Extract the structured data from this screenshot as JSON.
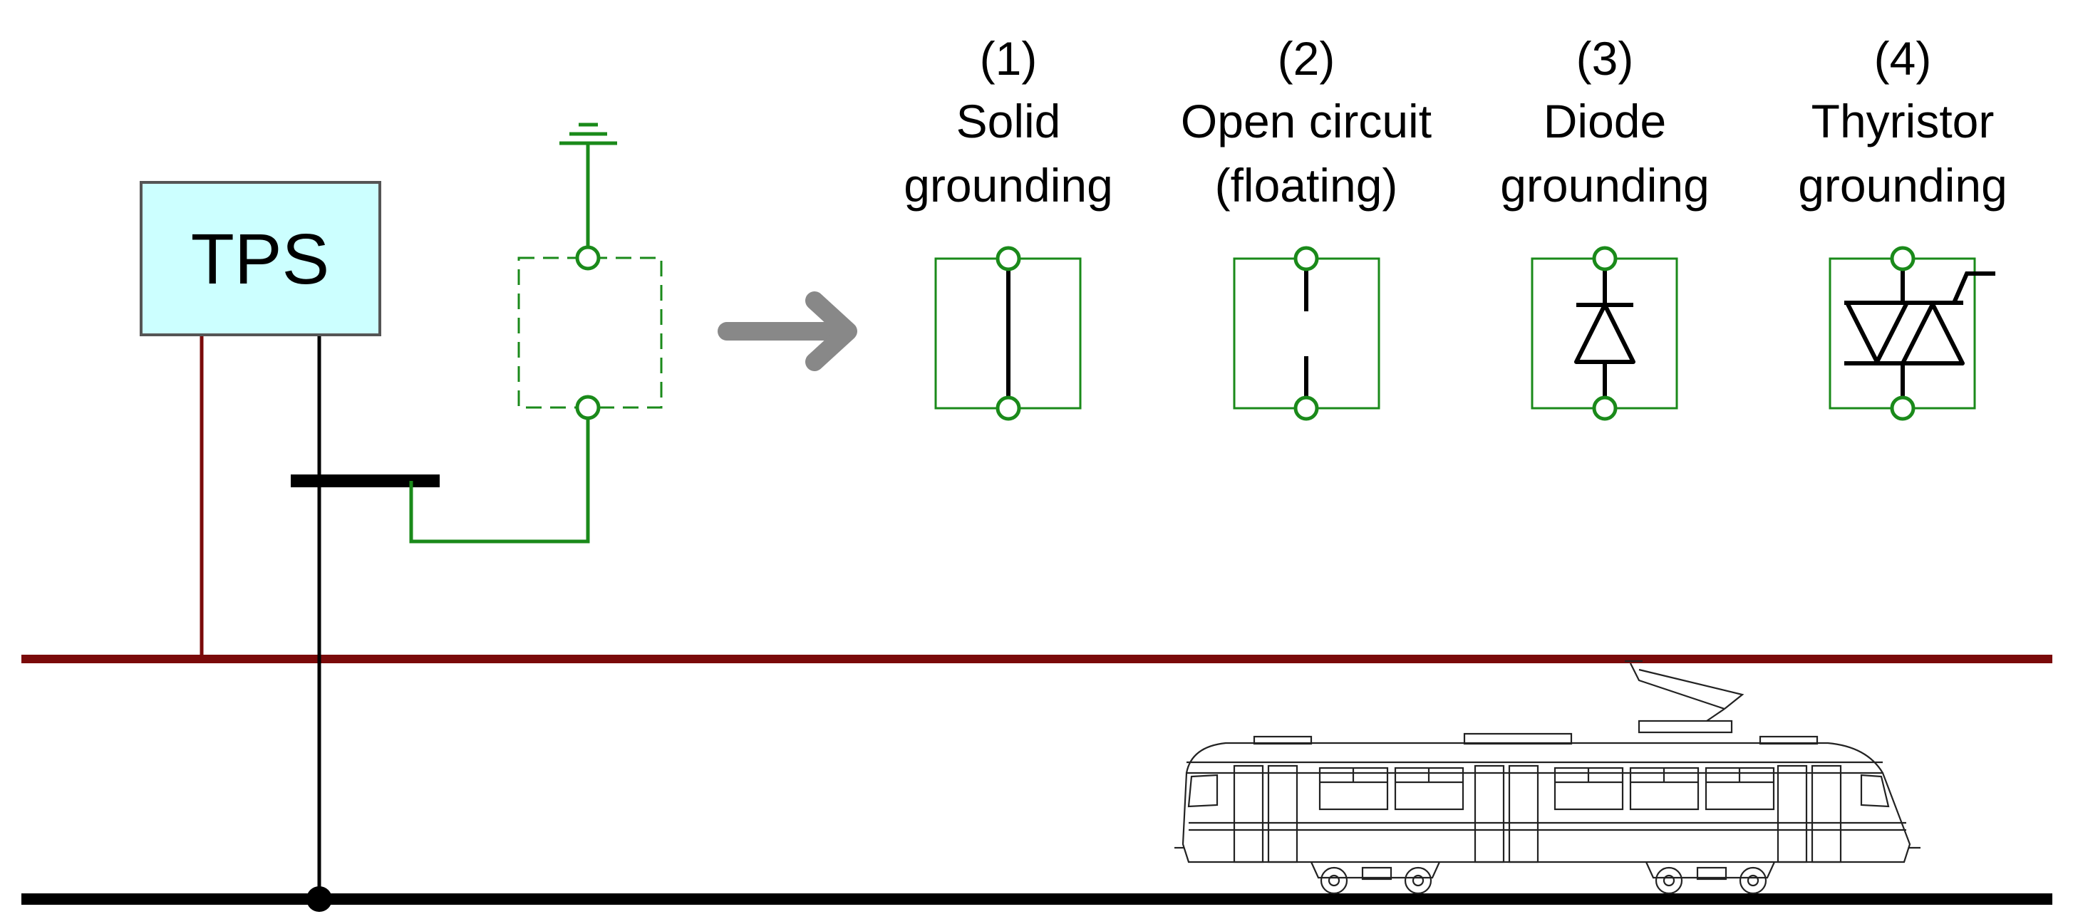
{
  "tps_label": "TPS",
  "options": [
    {
      "number": "(1)",
      "line1": "Solid",
      "line2": "grounding",
      "symbol": "solid"
    },
    {
      "number": "(2)",
      "line1": "Open circuit",
      "line2": "(floating)",
      "symbol": "open"
    },
    {
      "number": "(3)",
      "line1": "Diode",
      "line2": "grounding",
      "symbol": "diode"
    },
    {
      "number": "(4)",
      "line1": "Thyristor",
      "line2": "grounding",
      "symbol": "thyristor"
    }
  ],
  "colors": {
    "overhead_line": "#7a0a0a",
    "rail": "#000000",
    "grounding": "#1a8a1a",
    "tps_fill": "#ccffff",
    "arrow": "#888888"
  }
}
